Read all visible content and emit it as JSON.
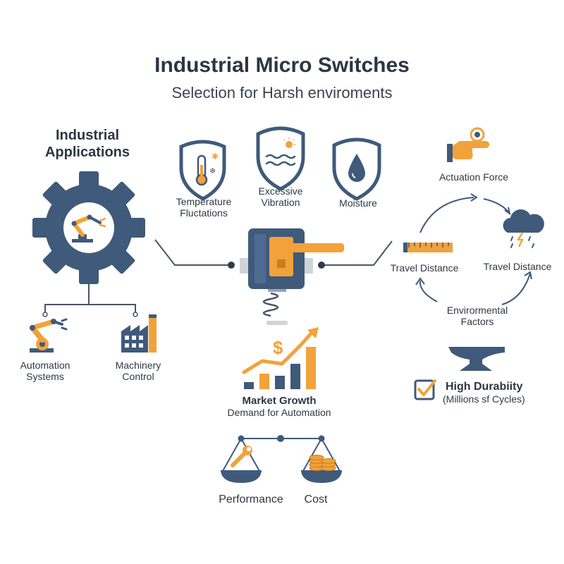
{
  "header": {
    "title": "Industrial Micro Switches",
    "subtitle": "Selection for Harsh enviroments"
  },
  "applications": {
    "title_line1": "Industrial",
    "title_line2": "Applications",
    "automation_line1": "Automation",
    "automation_line2": "Systems",
    "machinery_line1": "Machinery",
    "machinery_line2": "Control"
  },
  "environment": {
    "temperature_line1": "Temperature",
    "temperature_line2": "Fluctations",
    "vibration_line1": "Excessive",
    "vibration_line2": "Vibration",
    "moisture": "Moisture"
  },
  "cycle": {
    "actuation_force": "Actuation Force",
    "travel_distance_left": "Travel Distance",
    "travel_distance_right": "Travel Distance",
    "env_line1": "Envirormental",
    "env_line2": "Factors"
  },
  "market": {
    "title": "Market Growth",
    "subtitle": "Demand for Automation",
    "currency_symbol": "$"
  },
  "durability": {
    "title": "High Durabiity",
    "subtitle": "(Millions sf Cycles)"
  },
  "balance": {
    "performance": "Performance",
    "cost": "Cost"
  },
  "colors": {
    "navy": "#3f5a7a",
    "orange": "#f2a23a",
    "gray": "#9aa3ad"
  }
}
